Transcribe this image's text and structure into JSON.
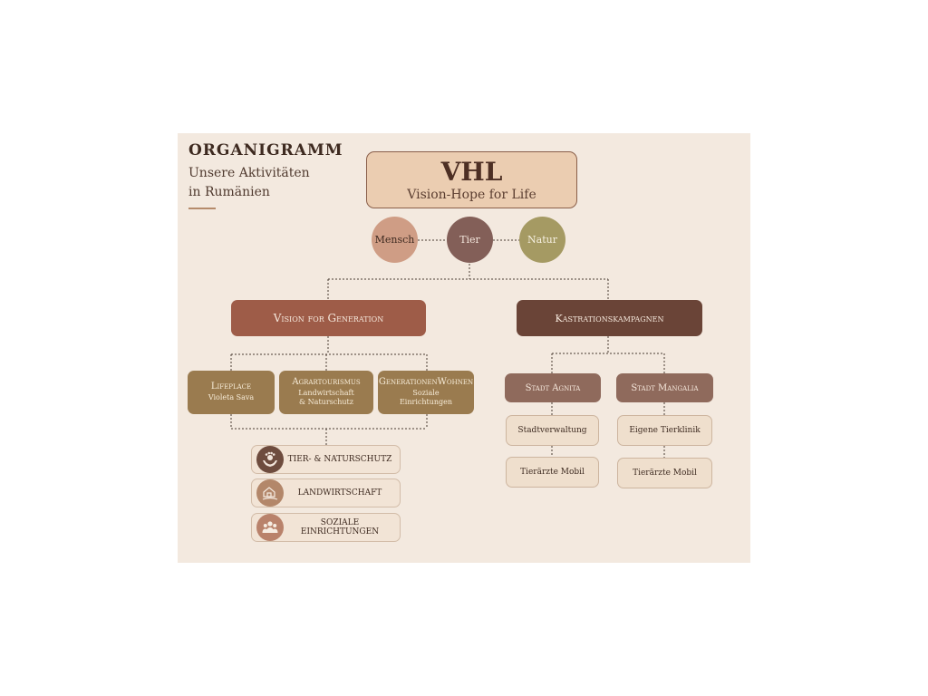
{
  "header": {
    "title": "ORGANIGRAMM",
    "subtitle_line1": "Unsere Aktivitäten",
    "subtitle_line2": "in Rumänien"
  },
  "root": {
    "title": "VHL",
    "subtitle": "Vision-Hope for Life"
  },
  "pillars": [
    "Mensch",
    "Tier",
    "Natur"
  ],
  "left_branch": {
    "title": "Vision for Generation",
    "projects": [
      {
        "title": "Lifeplace",
        "sub1": "Violeta Sava",
        "sub2": ""
      },
      {
        "title": "Agrartourismus",
        "sub1": "Landwirtschaft",
        "sub2": "& Naturschutz"
      },
      {
        "title": "GenerationenWohnen",
        "sub1": "Soziale",
        "sub2": "Einrichtungen"
      }
    ],
    "activities": [
      {
        "label": "TIER- & NATURSCHUTZ",
        "icon": "paw-hands-icon"
      },
      {
        "label": "LANDWIRTSCHAFT",
        "icon": "farm-icon"
      },
      {
        "label": "SOZIALE EINRICHTUNGEN",
        "icon": "people-icon"
      }
    ]
  },
  "right_branch": {
    "title": "Kastrationskampagnen",
    "cities": [
      {
        "title": "Stadt Agnita",
        "items": [
          "Stadtverwaltung",
          "Tierärzte Mobil"
        ]
      },
      {
        "title": "Stadt Mangalia",
        "items": [
          "Eigene Tierklinik",
          "Tierärzte Mobil"
        ]
      }
    ]
  },
  "colors": {
    "background": "#f3e9df",
    "root_fill": "#ebcdb1",
    "mensch": "#cf9d85",
    "tier": "#835f58",
    "natur": "#a59a63",
    "left_branch": "#9e5c48",
    "right_branch": "#6a4437",
    "projects": "#9a7b4f",
    "cities": "#8f6a5c"
  }
}
